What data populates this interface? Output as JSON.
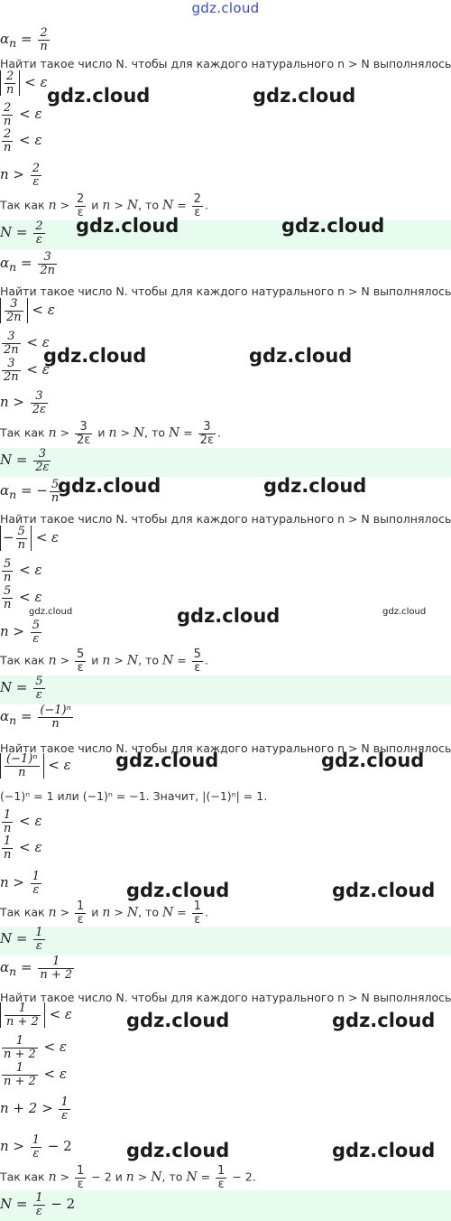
{
  "header": {
    "link": "gdz.cloud"
  },
  "watermark": "gdz.cloud",
  "common": {
    "task_text": "Найти такое число N. чтобы для каждого натурального n > N выполнялось",
    "since": "Так как",
    "and": "и",
    "then": ", то"
  },
  "blocks": [
    {
      "a": {
        "num": "2",
        "den": "n"
      },
      "ineq_num": "2",
      "ineq_den": "n",
      "res_num": "2",
      "res_den": "ε",
      "ans_num": "2",
      "ans_den": "ε"
    },
    {
      "a": {
        "num": "3",
        "den": "2n"
      },
      "ineq_num": "3",
      "ineq_den": "2n",
      "res_num": "3",
      "res_den": "2ε",
      "ans_num": "3",
      "ans_den": "2ε"
    },
    {
      "a": {
        "num": "5",
        "den": "n"
      },
      "ineq_num": "5",
      "ineq_den": "n",
      "res_num": "5",
      "res_den": "ε",
      "ans_num": "5",
      "ans_den": "ε"
    },
    {
      "a": {
        "num": "(−1)ⁿ",
        "den": "n"
      },
      "ineq_num": "1",
      "ineq_den": "n",
      "res_num": "1",
      "res_den": "ε",
      "ans_num": "1",
      "ans_den": "ε",
      "note": "(−1)ⁿ = 1 или (−1)ⁿ = −1. Значит, |(−1)ⁿ| = 1."
    },
    {
      "a": {
        "num": "1",
        "den": "n + 2"
      },
      "ineq_num": "1",
      "ineq_den": "n + 2",
      "res_num": "1",
      "res_den": "ε",
      "res_tail": "− 2",
      "ans_num": "1",
      "ans_den": "ε",
      "ans_tail": "− 2",
      "mid": "n + 2 >"
    }
  ]
}
